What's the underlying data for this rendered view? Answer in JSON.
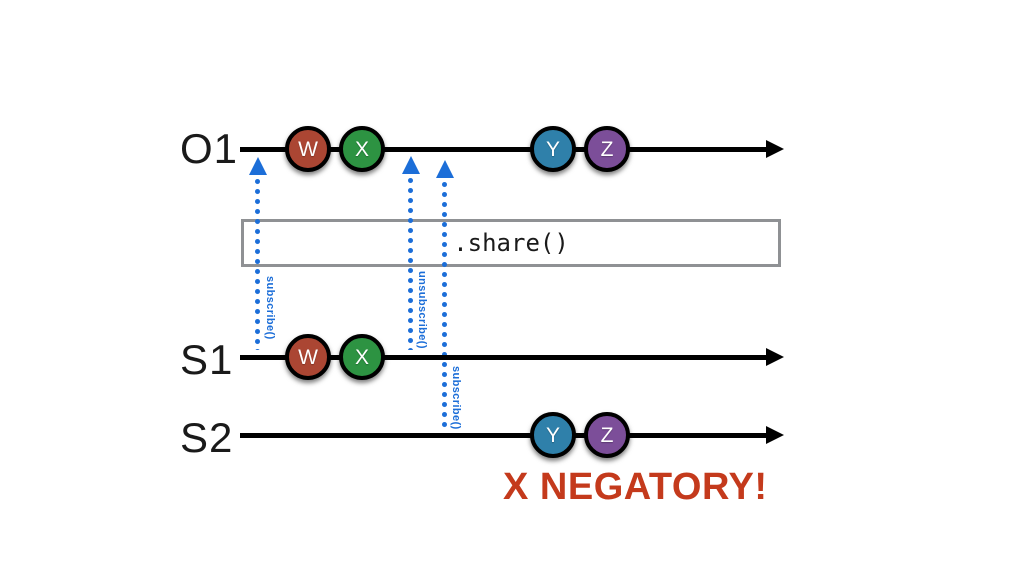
{
  "colors": {
    "background": "#FFFFFF",
    "timeline": "#000000",
    "arrow_blue": "#1C6ED8",
    "share_box_border": "#8F9194",
    "caption_red": "#C43A1C"
  },
  "timelines": [
    {
      "label": "O1",
      "marbles": [
        {
          "letter": "W",
          "color": "#AB4633"
        },
        {
          "letter": "X",
          "color": "#2D9342"
        },
        {
          "letter": "Y",
          "color": "#2F80AA"
        },
        {
          "letter": "Z",
          "color": "#7C4E99"
        }
      ]
    },
    {
      "label": "S1",
      "marbles": [
        {
          "letter": "W",
          "color": "#AB4633"
        },
        {
          "letter": "X",
          "color": "#2D9342"
        }
      ]
    },
    {
      "label": "S2",
      "marbles": [
        {
          "letter": "Y",
          "color": "#2F80AA"
        },
        {
          "letter": "Z",
          "color": "#7C4E99"
        }
      ]
    }
  ],
  "operator_box": {
    "label": ".share()"
  },
  "arrows": [
    {
      "label": "subscribe()"
    },
    {
      "label": "unsubscribe()"
    },
    {
      "label": "subscribe()"
    }
  ],
  "caption": {
    "text": "X NEGATORY!"
  }
}
